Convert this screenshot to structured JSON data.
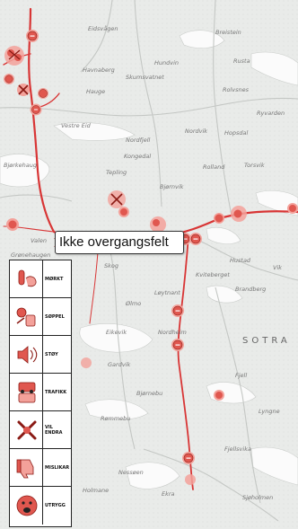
{
  "tooltip": {
    "text": "Ikke overgangsfelt"
  },
  "places": [
    "Eidsvågen",
    "Breistein",
    "Hundvin",
    "Rusta",
    "Rolvsnes",
    "Havnaberg",
    "Hauge",
    "Skumsvatnet",
    "Vestre Eid",
    "Nordfjell",
    "Kongedal",
    "Tepling",
    "Nordvik",
    "Hopsdal",
    "Rolland",
    "Torsvik",
    "Bjørkehaug",
    "Ryvarden",
    "Bjørnvik",
    "Skog",
    "Valen",
    "Kviteberget",
    "SOTRA",
    "Løytnant",
    "Brandberg",
    "Nordheim",
    "Eikevik",
    "Hustad",
    "Grønehaugen",
    "Gardvik",
    "Fjell",
    "Bjørnebu",
    "Ekra",
    "Nessøen",
    "Lyngne",
    "Fjellsvika",
    "Rømmebu",
    "Holmane",
    "Sjøholmen",
    "Ølmo",
    "Vik"
  ],
  "legend": {
    "items": [
      {
        "label": "MØRKT",
        "icon": "dark-icon"
      },
      {
        "label": "SØPPEL",
        "icon": "litter-icon"
      },
      {
        "label": "STØY",
        "icon": "noise-icon"
      },
      {
        "label": "TRAFIKK",
        "icon": "traffic-icon"
      },
      {
        "label": "VIL ENDRA",
        "icon": "change-icon"
      },
      {
        "label": "MISLIKAR",
        "icon": "dislike-icon"
      },
      {
        "label": "UTRYGG",
        "icon": "unsafe-icon"
      }
    ]
  },
  "colors": {
    "route": "#d83535",
    "marker": "#e0574f",
    "marker_ring": "#f3a19a",
    "water": "#ffffff",
    "land": "#e6e8e6"
  }
}
